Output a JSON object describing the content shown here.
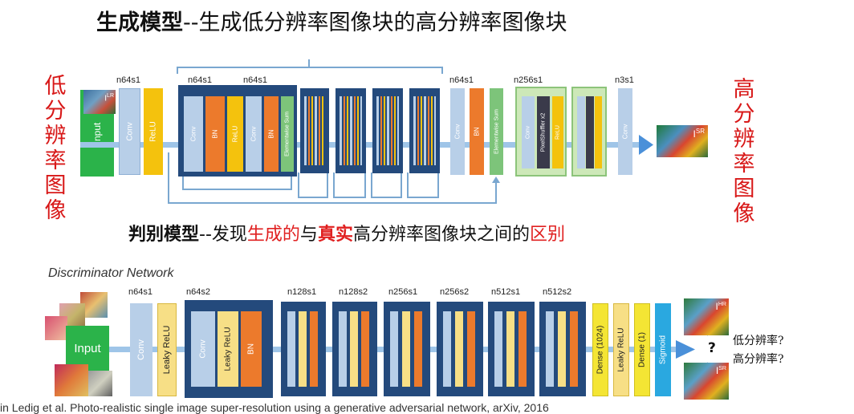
{
  "titles": {
    "gen_bold": "生成模型",
    "gen_rest": "--生成低分辨率图像块的高分辨率图像块",
    "disc_bold": "判别模型",
    "disc_p1": "--发现",
    "disc_red1": "生成的",
    "disc_p2": "与",
    "disc_red2": "真实",
    "disc_p3": "高分辨率图像块之间的",
    "disc_red3": "区别"
  },
  "side_labels": {
    "left": [
      "低",
      "分",
      "辨",
      "率",
      "图",
      "像"
    ],
    "right": [
      "高",
      "分",
      "辨",
      "率",
      "图",
      "像"
    ]
  },
  "generator": {
    "labels": [
      "n64s1",
      "n64s1",
      "n64s1",
      "n64s1",
      "n256s1",
      "n3s1"
    ],
    "input": "Input",
    "ilr": "I",
    "ilr_sup": "LR",
    "conv": "Conv",
    "relu": "ReLU",
    "res_inner": [
      "Conv",
      "BN",
      "ReLU",
      "Conv",
      "BN",
      "Elementwise Sum"
    ],
    "post": [
      "Conv",
      "BN",
      "Elementwise Sum"
    ],
    "up": [
      "Conv",
      "PixelShuffler x2",
      "ReLU"
    ],
    "final_conv": "Conv",
    "isr": "I",
    "isr_sup": "SR"
  },
  "discriminator": {
    "title": "Discriminator Network",
    "labels": [
      "n64s1",
      "n64s2",
      "n128s1",
      "n128s2",
      "n256s1",
      "n256s2",
      "n512s1",
      "n512s2"
    ],
    "input": "Input",
    "conv": "Conv",
    "leaky": "Leaky ReLU",
    "b2": [
      "Conv",
      "Leaky ReLU",
      "BN"
    ],
    "dense1": "Dense (1024)",
    "leaky2": "Leaky ReLU",
    "dense2": "Dense (1)",
    "sigmoid": "Sigmoid",
    "ihr": "I",
    "ihr_sup": "HR",
    "isr": "I",
    "isr_sup": "SR",
    "question": "?",
    "out1": "低分辨率?",
    "out2": "高分辨率?"
  },
  "citation": "in Ledig et al. Photo-realistic single image super-resolution using a generative adversarial network, arXiv, 2016",
  "colors": {
    "green": "#2bb34a",
    "lightblue": "#b8cfe8",
    "yellow": "#f4c20d",
    "navy": "#244a7c",
    "orange": "#ec7a2c",
    "palegreen": "#cde8b8",
    "arrow": "#4a90d9"
  }
}
